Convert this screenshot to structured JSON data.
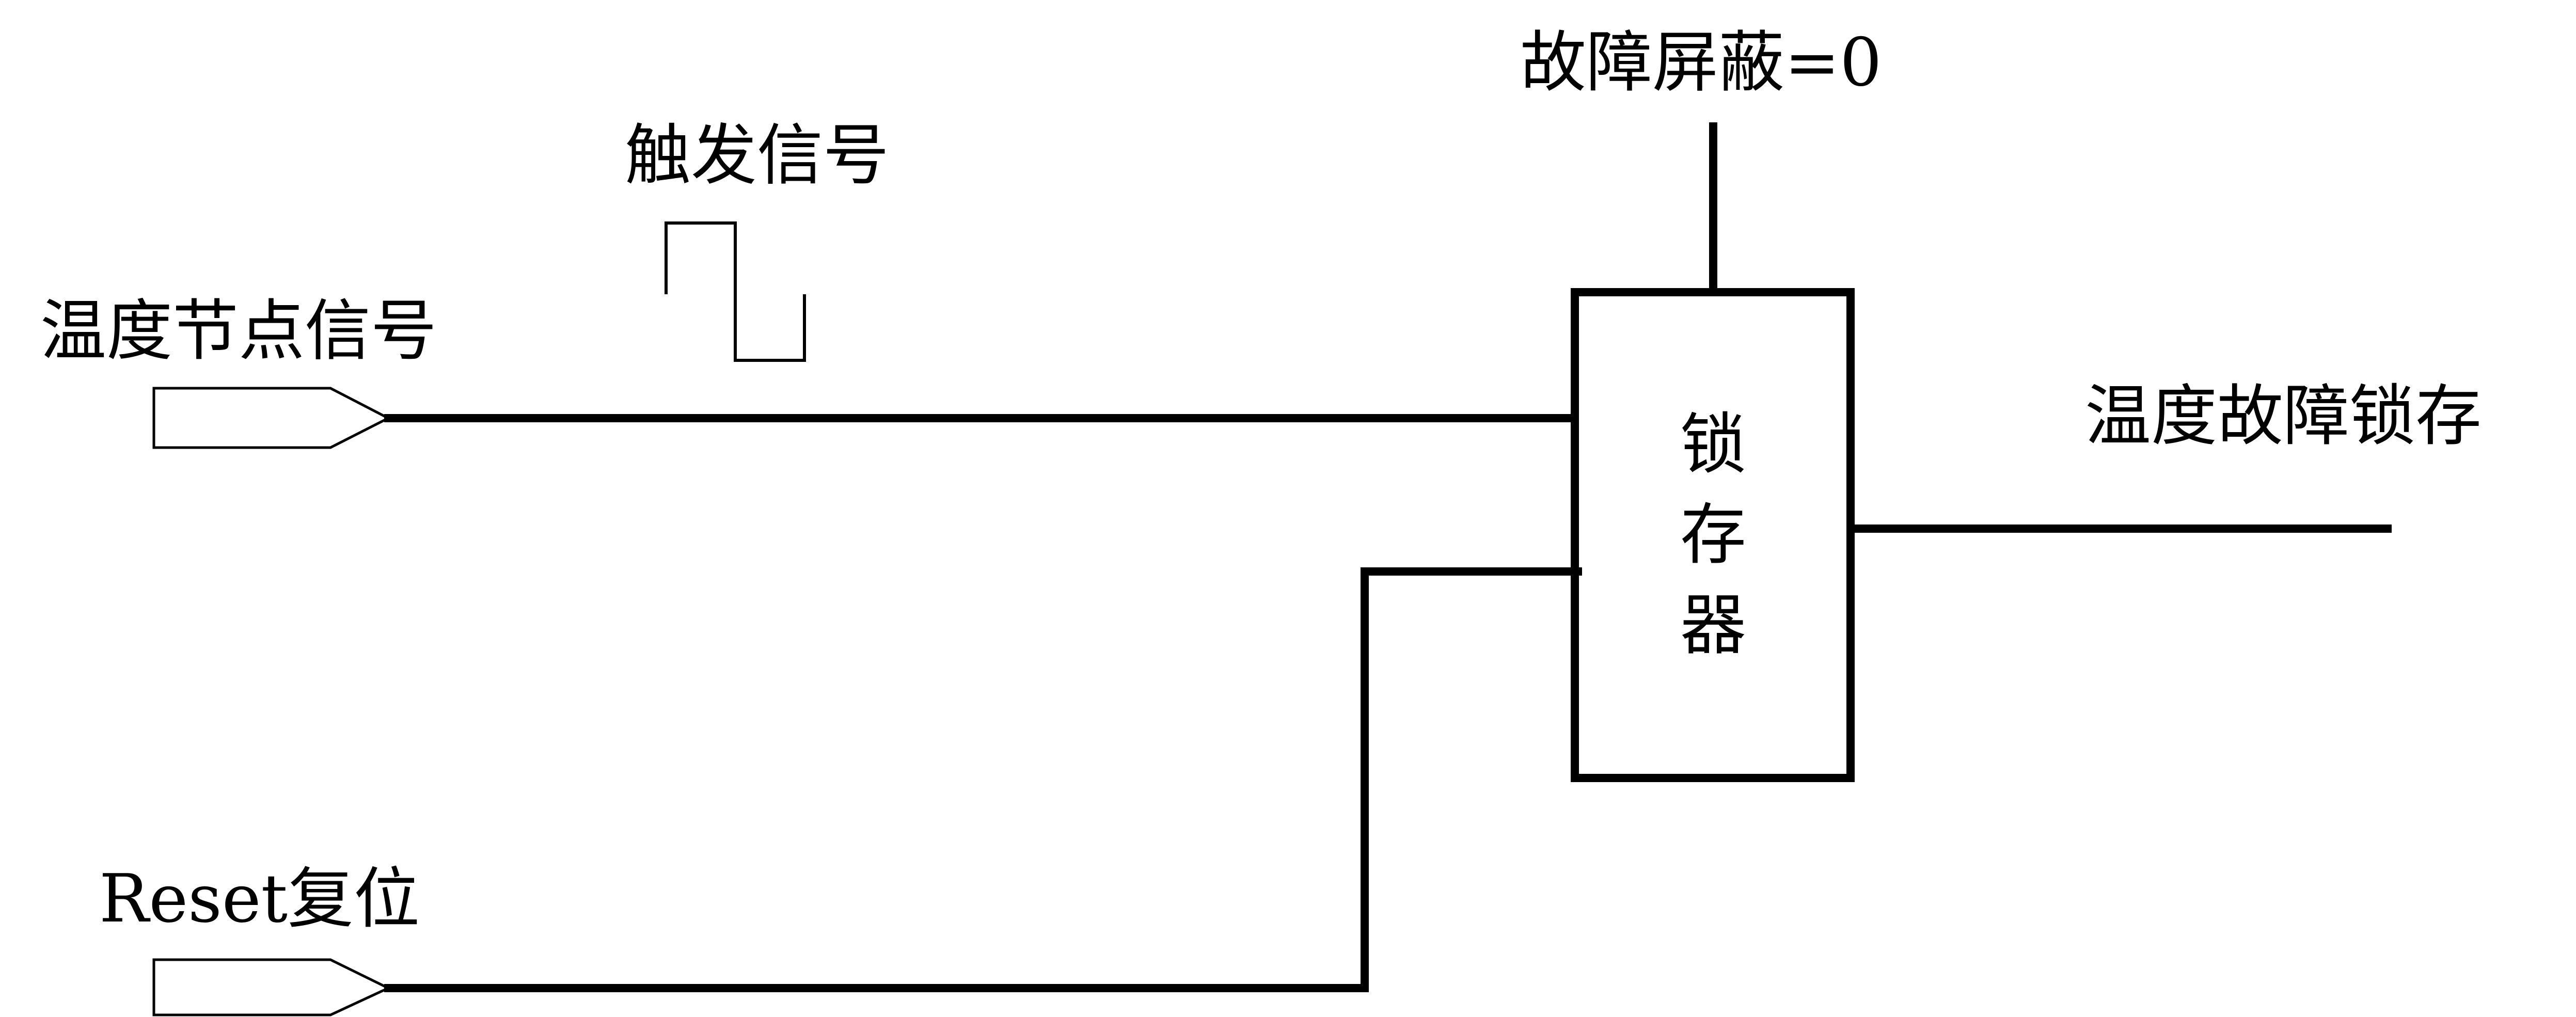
{
  "labels": {
    "fault_mask": "故障屏蔽=0",
    "trigger_signal": "触发信号",
    "temp_node_signal": "温度节点信号",
    "temp_fault_latch": "温度故障锁存",
    "reset": "Reset复位"
  },
  "latch_box": {
    "chars": [
      "锁",
      "存",
      "器"
    ]
  }
}
